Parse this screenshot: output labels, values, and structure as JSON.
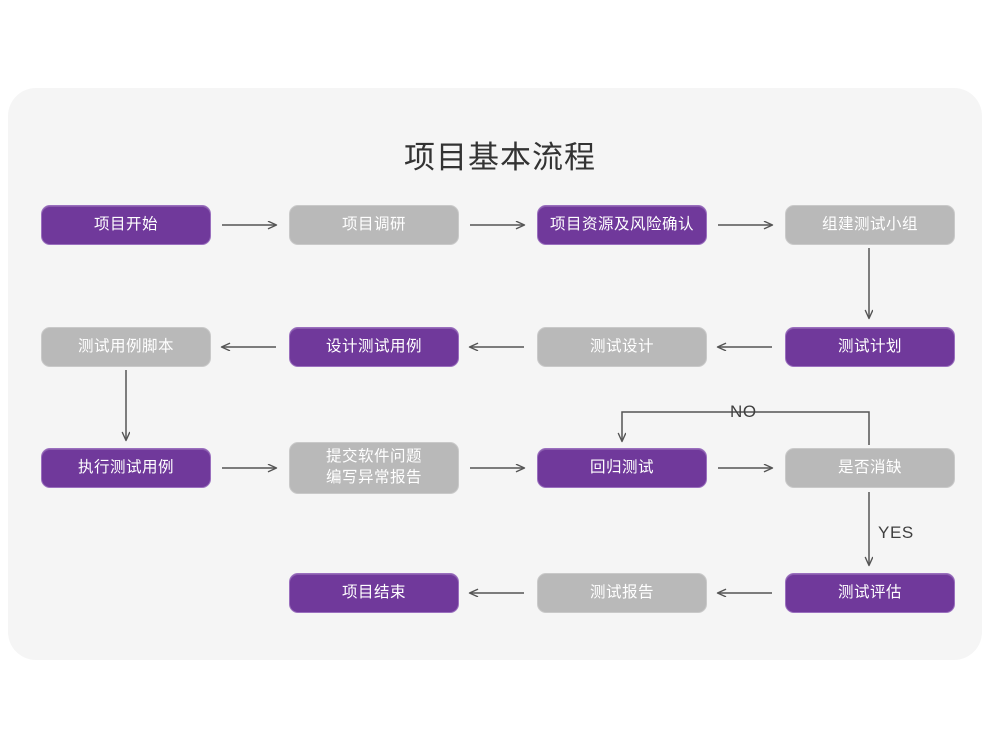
{
  "page": {
    "title": "项目基本流程",
    "card_bg": "#f5f5f5",
    "canvas_bg": "#ffffff"
  },
  "theme": {
    "purple": "#70399b",
    "purple_border": "#9a6fbe",
    "gray": "#b9b9b9",
    "gray_border": "#c9c9c9",
    "node_text": "#ffffff",
    "arrow": "#555555",
    "title_color": "#333333"
  },
  "nodes": [
    {
      "id": "n1",
      "label": "项目开始",
      "style": "purple",
      "row": 1,
      "col": 1
    },
    {
      "id": "n2",
      "label": "项目调研",
      "style": "gray",
      "row": 1,
      "col": 2
    },
    {
      "id": "n3",
      "label": "项目资源及风险确认",
      "style": "purple",
      "row": 1,
      "col": 3
    },
    {
      "id": "n4",
      "label": "组建测试小组",
      "style": "gray",
      "row": 1,
      "col": 4
    },
    {
      "id": "n5",
      "label": "测试用例脚本",
      "style": "gray",
      "row": 2,
      "col": 1
    },
    {
      "id": "n6",
      "label": "设计测试用例",
      "style": "purple",
      "row": 2,
      "col": 2
    },
    {
      "id": "n7",
      "label": "测试设计",
      "style": "gray",
      "row": 2,
      "col": 3
    },
    {
      "id": "n8",
      "label": "测试计划",
      "style": "purple",
      "row": 2,
      "col": 4
    },
    {
      "id": "n9",
      "label": "执行测试用例",
      "style": "purple",
      "row": 3,
      "col": 1
    },
    {
      "id": "n10",
      "label_line1": "提交软件问题",
      "label_line2": "编写异常报告",
      "style": "gray",
      "row": 3,
      "col": 2
    },
    {
      "id": "n11",
      "label": "回归测试",
      "style": "purple",
      "row": 3,
      "col": 3
    },
    {
      "id": "n12",
      "label": "是否消缺",
      "style": "gray",
      "row": 3,
      "col": 4
    },
    {
      "id": "n13",
      "label": "项目结束",
      "style": "purple",
      "row": 4,
      "col": 2
    },
    {
      "id": "n14",
      "label": "测试报告",
      "style": "gray",
      "row": 4,
      "col": 3
    },
    {
      "id": "n15",
      "label": "测试评估",
      "style": "purple",
      "row": 4,
      "col": 4
    }
  ],
  "edge_labels": {
    "no": "NO",
    "yes": "YES"
  },
  "chart_data": {
    "type": "diagram",
    "title": "项目基本流程",
    "nodes": [
      "项目开始",
      "项目调研",
      "项目资源及风险确认",
      "组建测试小组",
      "测试计划",
      "测试设计",
      "设计测试用例",
      "测试用例脚本",
      "执行测试用例",
      "提交软件问题 编写异常报告",
      "回归测试",
      "是否消缺",
      "测试评估",
      "测试报告",
      "项目结束"
    ],
    "edges": [
      {
        "from": "项目开始",
        "to": "项目调研",
        "label": ""
      },
      {
        "from": "项目调研",
        "to": "项目资源及风险确认",
        "label": ""
      },
      {
        "from": "项目资源及风险确认",
        "to": "组建测试小组",
        "label": ""
      },
      {
        "from": "组建测试小组",
        "to": "测试计划",
        "label": ""
      },
      {
        "from": "测试计划",
        "to": "测试设计",
        "label": ""
      },
      {
        "from": "测试设计",
        "to": "设计测试用例",
        "label": ""
      },
      {
        "from": "设计测试用例",
        "to": "测试用例脚本",
        "label": ""
      },
      {
        "from": "测试用例脚本",
        "to": "执行测试用例",
        "label": ""
      },
      {
        "from": "执行测试用例",
        "to": "提交软件问题 编写异常报告",
        "label": ""
      },
      {
        "from": "提交软件问题 编写异常报告",
        "to": "回归测试",
        "label": ""
      },
      {
        "from": "回归测试",
        "to": "是否消缺",
        "label": ""
      },
      {
        "from": "是否消缺",
        "to": "回归测试",
        "label": "NO"
      },
      {
        "from": "是否消缺",
        "to": "测试评估",
        "label": "YES"
      },
      {
        "from": "测试评估",
        "to": "测试报告",
        "label": ""
      },
      {
        "from": "测试报告",
        "to": "项目结束",
        "label": ""
      }
    ]
  }
}
